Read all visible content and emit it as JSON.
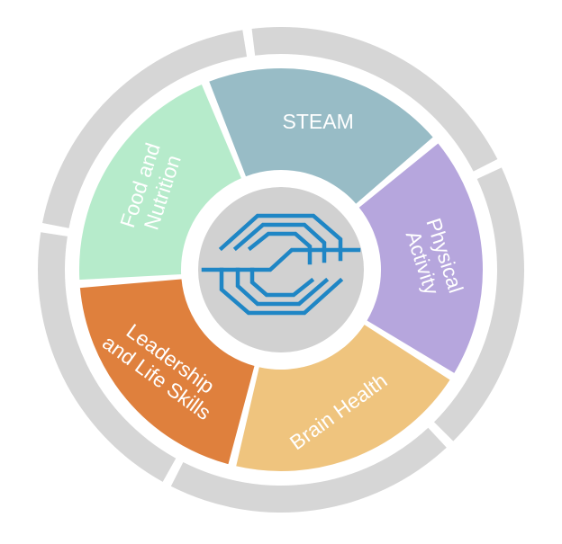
{
  "segments": [
    {
      "id": "steam",
      "label_lines": [
        "STEAM"
      ],
      "color": "#98BCC6"
    },
    {
      "id": "physical",
      "label_lines": [
        "Physical",
        "Activity"
      ],
      "color": "#B6A6DD"
    },
    {
      "id": "brain",
      "label_lines": [
        "Brain Health"
      ],
      "color": "#EFC47E"
    },
    {
      "id": "leadership",
      "label_lines": [
        "Leadership",
        "and Life Skills"
      ],
      "color": "#DF803D"
    },
    {
      "id": "food",
      "label_lines": [
        "Food and",
        "Nutrition"
      ],
      "color": "#B6EBCB"
    }
  ],
  "colors": {
    "outer_ring": "#D6D6D6",
    "hub": "#D1D1D1",
    "logo": "#1F86C5",
    "label_text": "#FFFFFF"
  },
  "hub": {
    "icon": "handshake-logo-icon"
  }
}
